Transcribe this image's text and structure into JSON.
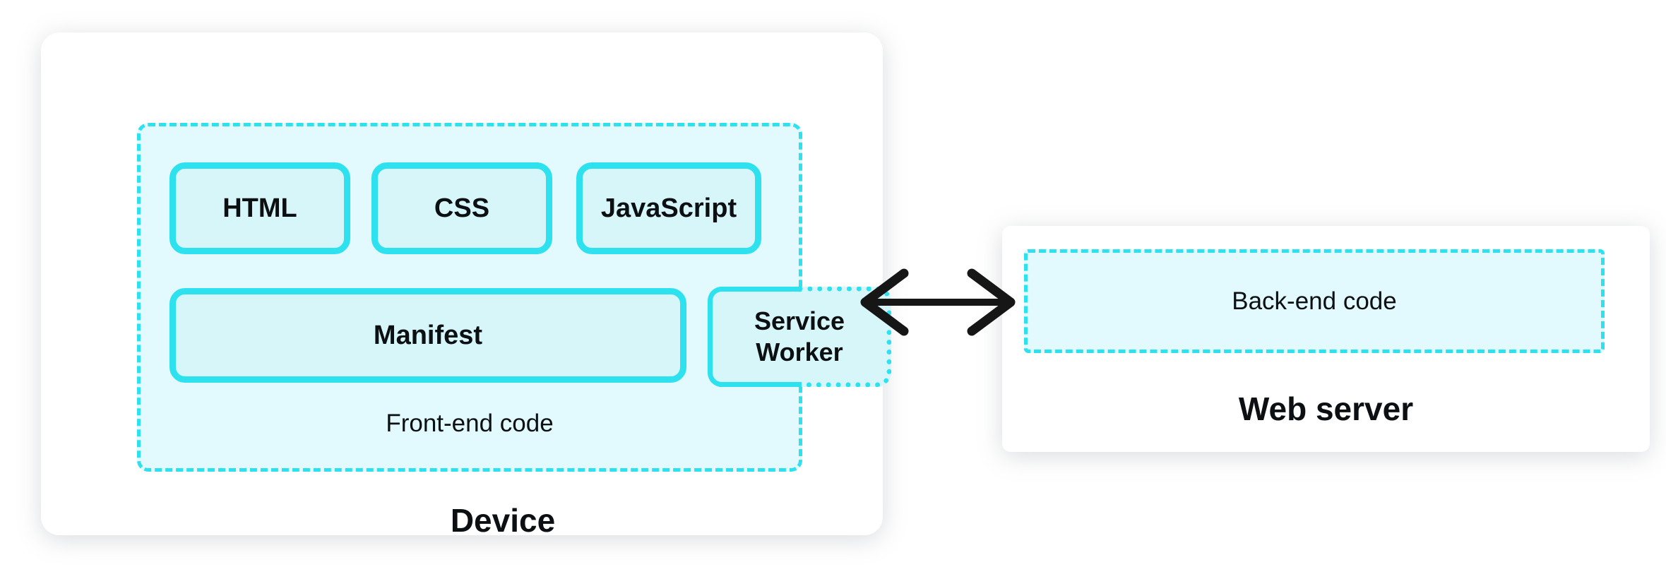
{
  "colors": {
    "accent": "#2EE1EF",
    "panel_fill": "#E2FAFD",
    "chip_fill": "#D7F6FA",
    "card_bg": "#FFFFFF",
    "page_bg": "#FFFFFF",
    "arrow": "#161616",
    "text": "#0C1013"
  },
  "device": {
    "label": "Device",
    "frontend": {
      "label": "Front-end code",
      "files": [
        {
          "label": "HTML"
        },
        {
          "label": "CSS"
        },
        {
          "label": "JavaScript"
        }
      ],
      "manifest": {
        "label": "Manifest"
      },
      "service_worker": {
        "label": "Service Worker"
      }
    }
  },
  "connection": {
    "icon": "bidirectional-arrow-icon"
  },
  "web_server": {
    "label": "Web server",
    "backend": {
      "label": "Back-end code"
    }
  }
}
